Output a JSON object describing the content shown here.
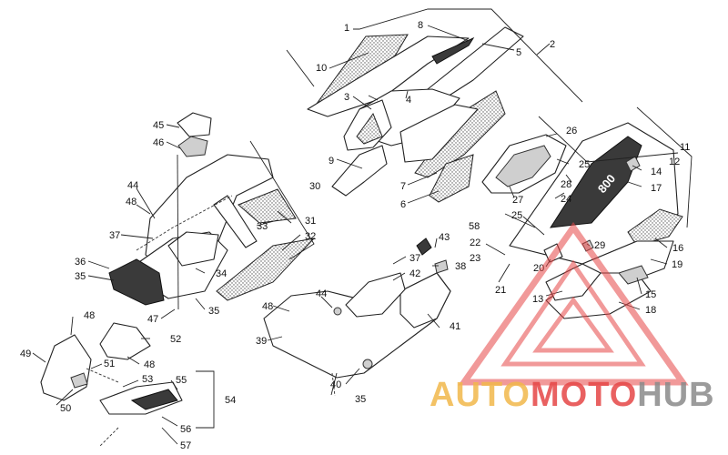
{
  "callouts": {
    "c1": "1",
    "c2": "2",
    "c3": "3",
    "c4": "4",
    "c5": "5",
    "c6": "6",
    "c7": "7",
    "c8": "8",
    "c9": "9",
    "c10": "10",
    "c11": "11",
    "c12": "12",
    "c13": "13",
    "c14": "14",
    "c15": "15",
    "c16": "16",
    "c17": "17",
    "c18": "18",
    "c19": "19",
    "c20": "20",
    "c21": "21",
    "c22": "22",
    "c23": "23",
    "c24": "24",
    "c25a": "25",
    "c25b": "25",
    "c26": "26",
    "c27": "27",
    "c28": "28",
    "c29": "29",
    "c30": "30",
    "c31": "31",
    "c32": "32",
    "c33": "33",
    "c34": "34",
    "c35a": "35",
    "c35b": "35",
    "c35c": "35",
    "c36": "36",
    "c37a": "37",
    "c37b": "37",
    "c38": "38",
    "c39": "39",
    "c40": "40",
    "c41": "41",
    "c42": "42",
    "c43": "43",
    "c44a": "44",
    "c44b": "44",
    "c45": "45",
    "c46": "46",
    "c47": "47",
    "c48a": "48",
    "c48b": "48",
    "c48c": "48",
    "c48d": "48",
    "c49": "49",
    "c50": "50",
    "c51": "51",
    "c52": "52",
    "c53": "53",
    "c54": "54",
    "c55": "55",
    "c56": "56",
    "c57": "57",
    "c58": "58"
  },
  "decal_text": "800",
  "watermark": {
    "word_a": "AUTO",
    "word_b": "MOTO",
    "word_c": "HUB",
    "colors": {
      "auto": "#f2b84b",
      "moto": "#e64646",
      "hub": "#8a8a8a"
    }
  }
}
